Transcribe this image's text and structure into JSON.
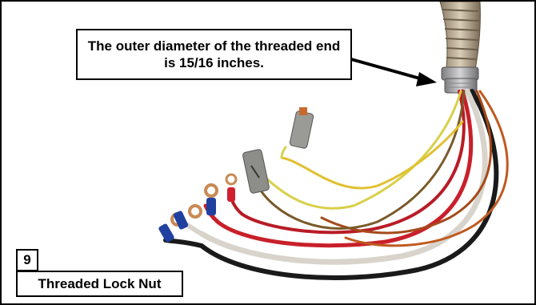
{
  "callout": {
    "text": "The outer diameter of the threaded end is 15/16 inches."
  },
  "step": {
    "number": "9",
    "label": "Threaded Lock Nut"
  }
}
